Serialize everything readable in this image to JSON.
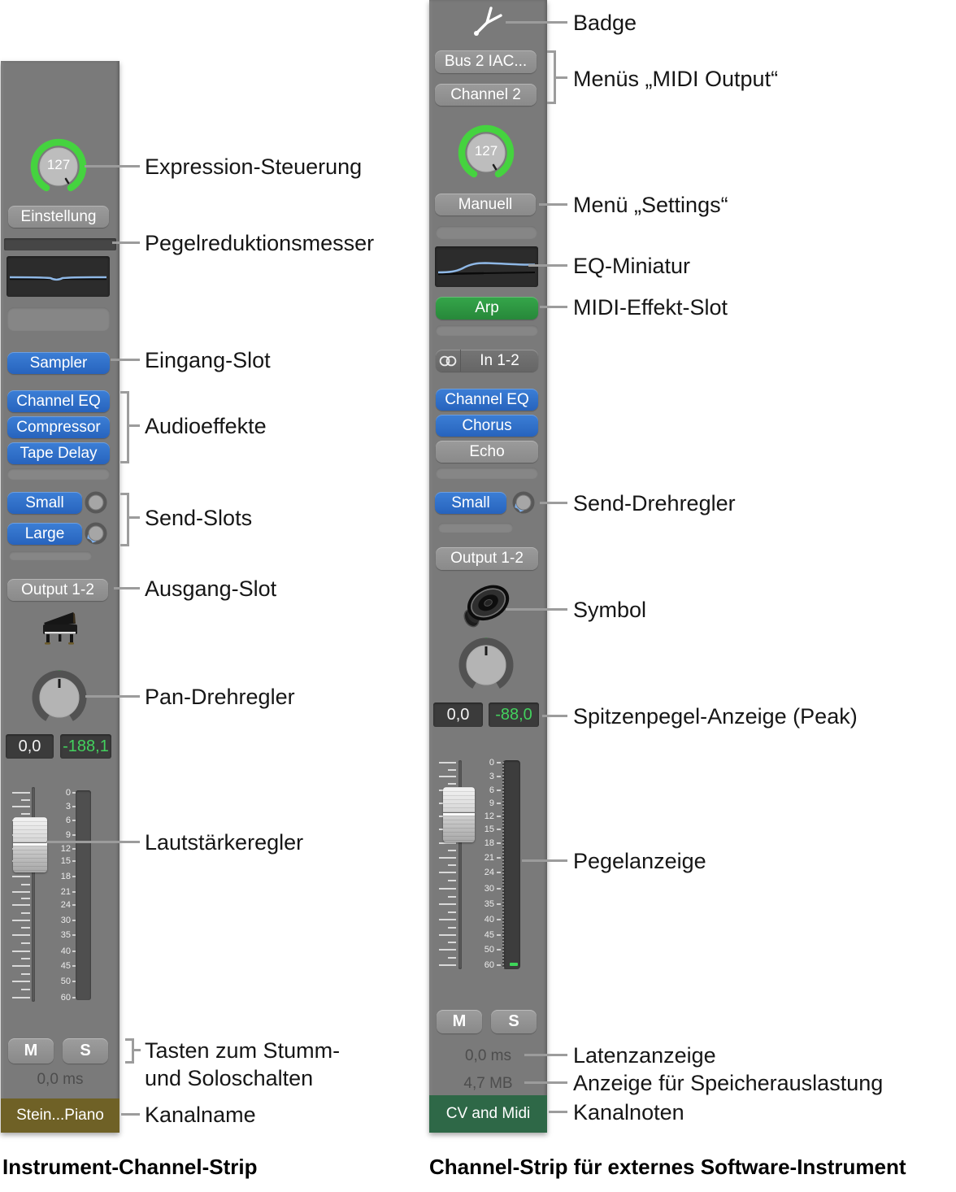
{
  "left_strip": {
    "expression_value": "127",
    "settings_button": "Einstellung",
    "input_slot": "Sampler",
    "audio_effects": [
      "Channel EQ",
      "Compressor",
      "Tape Delay"
    ],
    "sends": [
      "Small",
      "Large"
    ],
    "output_slot": "Output 1-2",
    "pan_value": "0,0",
    "peak_value": "-188,1",
    "fader_scale": [
      "0",
      "3",
      "6",
      "9",
      "12",
      "15",
      "18",
      "21",
      "24",
      "30",
      "35",
      "40",
      "45",
      "50",
      "60"
    ],
    "mute_label": "M",
    "solo_label": "S",
    "latency": "0,0 ms",
    "channel_name": "Stein...Piano",
    "caption": "Instrument-Channel-Strip"
  },
  "right_strip": {
    "midi_output_menu_1": "Bus 2 IAC...",
    "midi_output_menu_2": "Channel 2",
    "expression_value": "127",
    "settings_menu": "Manuell",
    "midi_effect_slot": "Arp",
    "input_format": "In 1-2",
    "audio_effects": [
      "Channel EQ",
      "Chorus",
      "Echo"
    ],
    "send": "Small",
    "output_slot": "Output 1-2",
    "pan_value": "0,0",
    "peak_value": "-88,0",
    "fader_scale": [
      "0",
      "3",
      "6",
      "9",
      "12",
      "15",
      "18",
      "21",
      "24",
      "30",
      "35",
      "40",
      "45",
      "50",
      "60"
    ],
    "mute_label": "M",
    "solo_label": "S",
    "latency": "0,0 ms",
    "memory": "4,7 MB",
    "channel_name": "CV and Midi",
    "caption": "Channel-Strip für externes Software-Instrument"
  },
  "annotations": {
    "badge": "Badge",
    "midi_output": "Menüs „MIDI Output“",
    "expression": "Expression-Steuerung",
    "settings": "Menü „Settings“",
    "gain_reduction": "Pegelreduktionsmesser",
    "eq_thumbnail": "EQ-Miniatur",
    "midi_effect": "MIDI-Effekt-Slot",
    "input_slot": "Eingang-Slot",
    "audio_effects": "Audioeffekte",
    "send_slots": "Send-Slots",
    "send_knob": "Send-Drehregler",
    "output_slot": "Ausgang-Slot",
    "symbol": "Symbol",
    "pan_knob": "Pan-Drehregler",
    "peak_display": "Spitzenpegel-Anzeige (Peak)",
    "volume_fader": "Lautstärkeregler",
    "level_meter": "Pegelanzeige",
    "mute_solo_line1": "Tasten zum Stumm-",
    "mute_solo_line2": "und Soloschalten",
    "latency": "Latenzanzeige",
    "memory": "Anzeige für Speicherauslastung",
    "channel_name": "Kanalname",
    "channel_notes": "Kanalnoten"
  },
  "icons": {
    "badge": "tuning-fork-icon",
    "input_format": "stereo-circles-icon",
    "left_instrument": "grand-piano-icon",
    "right_instrument": "speaker-icon"
  },
  "colors": {
    "strip_bg": "#7a7a7a",
    "slot_blue": "#2e6fc7",
    "slot_green": "#2f9c43",
    "slot_gray": "#929292",
    "display_bg": "#3b3b3b",
    "peak_text_green": "#43d15e",
    "knob_ring_green": "#45d33f",
    "channel_name_olive": "#6f6126",
    "channel_name_green": "#2e6847",
    "meter_dark": "#3d3d3d",
    "annotation_line": "#9c9c9c"
  }
}
